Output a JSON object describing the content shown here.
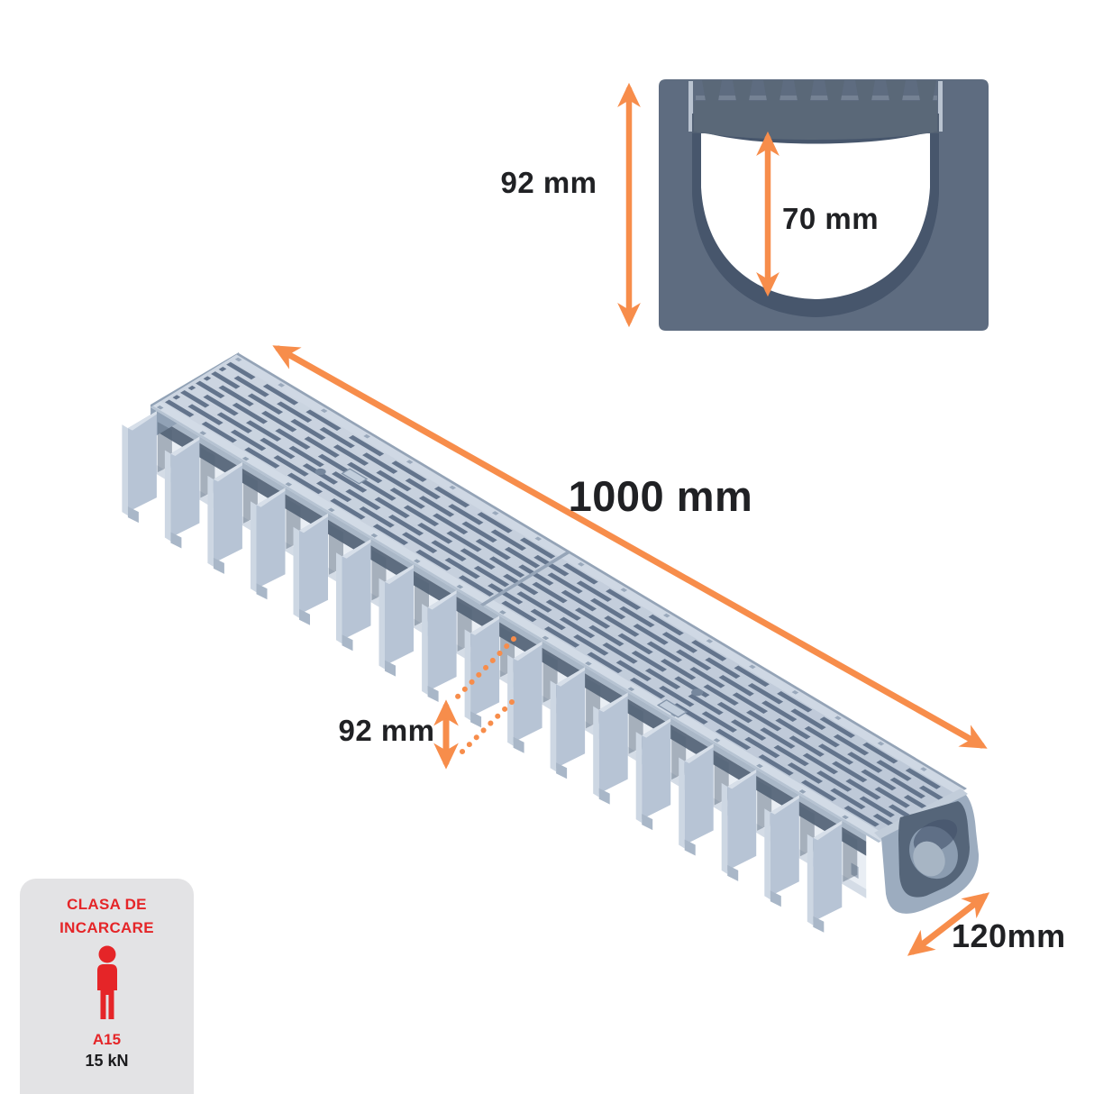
{
  "colors": {
    "accent_orange": "#f78d4b",
    "dimension_text": "#202124",
    "badge_red": "#e52528",
    "badge_background": "#e3e3e5",
    "channel_body_gray": "#5e6c80",
    "grate_light_gray": "#c6d0de"
  },
  "cross_section_view": {
    "height_label": "92 mm",
    "depth_label": "70 mm"
  },
  "channel_view": {
    "length_label": "1000 mm",
    "height_label": "92 mm",
    "width_label": "120mm"
  },
  "load_class_badge": {
    "title_line1": "CLASA DE",
    "title_line2": "INCARCARE",
    "icon": "person-icon",
    "class_code": "A15",
    "load_value": "15 kN"
  }
}
